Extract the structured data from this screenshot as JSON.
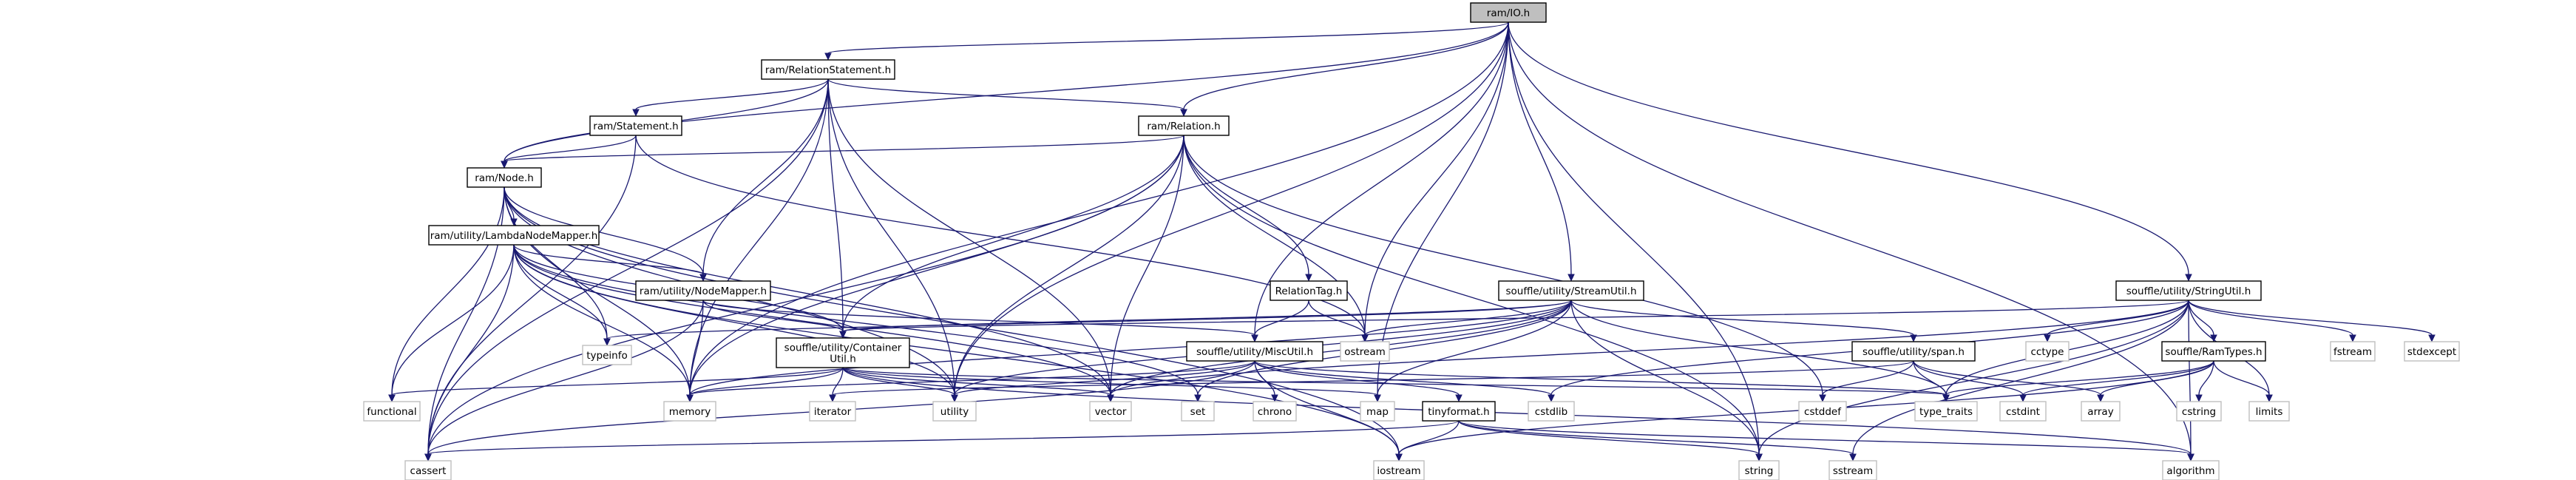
{
  "graph": {
    "nodes": [
      {
        "id": "ram_IO_h",
        "lines": [
          "ram/IO.h"
        ],
        "kind": "root"
      },
      {
        "id": "ram_RelationStatement_h",
        "lines": [
          "ram/RelationStatement.h"
        ],
        "kind": "hdr"
      },
      {
        "id": "ram_Relation_h",
        "lines": [
          "ram/Relation.h"
        ],
        "kind": "hdr"
      },
      {
        "id": "ram_Statement_h",
        "lines": [
          "ram/Statement.h"
        ],
        "kind": "hdr"
      },
      {
        "id": "ram_Node_h",
        "lines": [
          "ram/Node.h"
        ],
        "kind": "hdr"
      },
      {
        "id": "LambdaNodeMapper_h",
        "lines": [
          "ram/utility/LambdaNodeMapper.h"
        ],
        "kind": "hdr"
      },
      {
        "id": "NodeMapper_h",
        "lines": [
          "ram/utility/NodeMapper.h"
        ],
        "kind": "hdr"
      },
      {
        "id": "ContainerUtil_h",
        "lines": [
          "souffle/utility/Container",
          "Util.h"
        ],
        "kind": "hdr"
      },
      {
        "id": "MiscUtil_h",
        "lines": [
          "souffle/utility/MiscUtil.h"
        ],
        "kind": "hdr"
      },
      {
        "id": "RelationTag_h",
        "lines": [
          "RelationTag.h"
        ],
        "kind": "hdr"
      },
      {
        "id": "StreamUtil_h",
        "lines": [
          "souffle/utility/StreamUtil.h"
        ],
        "kind": "hdr"
      },
      {
        "id": "span_h",
        "lines": [
          "souffle/utility/span.h"
        ],
        "kind": "hdr"
      },
      {
        "id": "StringUtil_h",
        "lines": [
          "souffle/utility/StringUtil.h"
        ],
        "kind": "hdr"
      },
      {
        "id": "RamTypes_h",
        "lines": [
          "souffle/RamTypes.h"
        ],
        "kind": "hdr"
      },
      {
        "id": "tinyformat_h",
        "lines": [
          "tinyformat.h"
        ],
        "kind": "hdr"
      },
      {
        "id": "typeinfo",
        "lines": [
          "typeinfo"
        ],
        "kind": "sys"
      },
      {
        "id": "ostream",
        "lines": [
          "ostream"
        ],
        "kind": "sys"
      },
      {
        "id": "functional",
        "lines": [
          "functional"
        ],
        "kind": "sys"
      },
      {
        "id": "memory",
        "lines": [
          "memory"
        ],
        "kind": "sys"
      },
      {
        "id": "iterator",
        "lines": [
          "iterator"
        ],
        "kind": "sys"
      },
      {
        "id": "utility",
        "lines": [
          "utility"
        ],
        "kind": "sys"
      },
      {
        "id": "vector",
        "lines": [
          "vector"
        ],
        "kind": "sys"
      },
      {
        "id": "set",
        "lines": [
          "set"
        ],
        "kind": "sys"
      },
      {
        "id": "chrono",
        "lines": [
          "chrono"
        ],
        "kind": "sys"
      },
      {
        "id": "map",
        "lines": [
          "map"
        ],
        "kind": "sys"
      },
      {
        "id": "cstdlib",
        "lines": [
          "cstdlib"
        ],
        "kind": "sys"
      },
      {
        "id": "cstddef",
        "lines": [
          "cstddef"
        ],
        "kind": "sys"
      },
      {
        "id": "type_traits",
        "lines": [
          "type_traits"
        ],
        "kind": "sys"
      },
      {
        "id": "cstdint",
        "lines": [
          "cstdint"
        ],
        "kind": "sys"
      },
      {
        "id": "array",
        "lines": [
          "array"
        ],
        "kind": "sys"
      },
      {
        "id": "cctype",
        "lines": [
          "cctype"
        ],
        "kind": "sys"
      },
      {
        "id": "cstring",
        "lines": [
          "cstring"
        ],
        "kind": "sys"
      },
      {
        "id": "limits",
        "lines": [
          "limits"
        ],
        "kind": "sys"
      },
      {
        "id": "fstream",
        "lines": [
          "fstream"
        ],
        "kind": "sys"
      },
      {
        "id": "stdexcept",
        "lines": [
          "stdexcept"
        ],
        "kind": "sys"
      },
      {
        "id": "sstream",
        "lines": [
          "sstream"
        ],
        "kind": "sys"
      },
      {
        "id": "algorithm",
        "lines": [
          "algorithm"
        ],
        "kind": "sys"
      },
      {
        "id": "cassert",
        "lines": [
          "cassert"
        ],
        "kind": "sys"
      },
      {
        "id": "iostream",
        "lines": [
          "iostream"
        ],
        "kind": "sys"
      },
      {
        "id": "string",
        "lines": [
          "string"
        ],
        "kind": "sys"
      }
    ],
    "edges": [
      [
        "ram_IO_h",
        "ram_RelationStatement_h"
      ],
      [
        "ram_IO_h",
        "ram_Relation_h"
      ],
      [
        "ram_IO_h",
        "ram_Node_h"
      ],
      [
        "ram_IO_h",
        "MiscUtil_h"
      ],
      [
        "ram_IO_h",
        "StreamUtil_h"
      ],
      [
        "ram_IO_h",
        "StringUtil_h"
      ],
      [
        "ram_IO_h",
        "memory"
      ],
      [
        "ram_IO_h",
        "utility"
      ],
      [
        "ram_IO_h",
        "ostream"
      ],
      [
        "ram_IO_h",
        "map"
      ],
      [
        "ram_IO_h",
        "string"
      ],
      [
        "ram_IO_h",
        "algorithm"
      ],
      [
        "ram_RelationStatement_h",
        "ram_Statement_h"
      ],
      [
        "ram_RelationStatement_h",
        "ram_Node_h"
      ],
      [
        "ram_RelationStatement_h",
        "ram_Relation_h"
      ],
      [
        "ram_RelationStatement_h",
        "NodeMapper_h"
      ],
      [
        "ram_RelationStatement_h",
        "ContainerUtil_h"
      ],
      [
        "ram_RelationStatement_h",
        "utility"
      ],
      [
        "ram_RelationStatement_h",
        "vector"
      ],
      [
        "ram_RelationStatement_h",
        "memory"
      ],
      [
        "ram_RelationStatement_h",
        "cassert"
      ],
      [
        "ram_Statement_h",
        "ram_Node_h"
      ],
      [
        "ram_Statement_h",
        "ostream"
      ],
      [
        "ram_Statement_h",
        "cassert"
      ],
      [
        "ram_Relation_h",
        "ram_Node_h"
      ],
      [
        "ram_Relation_h",
        "RelationTag_h"
      ],
      [
        "ram_Relation_h",
        "ContainerUtil_h"
      ],
      [
        "ram_Relation_h",
        "utility"
      ],
      [
        "ram_Relation_h",
        "memory"
      ],
      [
        "ram_Relation_h",
        "cassert"
      ],
      [
        "ram_Relation_h",
        "cstddef"
      ],
      [
        "ram_Relation_h",
        "ostream"
      ],
      [
        "ram_Relation_h",
        "string"
      ],
      [
        "ram_Relation_h",
        "vector"
      ],
      [
        "ram_Node_h",
        "LambdaNodeMapper_h"
      ],
      [
        "ram_Node_h",
        "NodeMapper_h"
      ],
      [
        "ram_Node_h",
        "typeinfo"
      ],
      [
        "ram_Node_h",
        "functional"
      ],
      [
        "ram_Node_h",
        "memory"
      ],
      [
        "ram_Node_h",
        "utility"
      ],
      [
        "ram_Node_h",
        "vector"
      ],
      [
        "ram_Node_h",
        "cassert"
      ],
      [
        "ram_Node_h",
        "iostream"
      ],
      [
        "LambdaNodeMapper_h",
        "NodeMapper_h"
      ],
      [
        "LambdaNodeMapper_h",
        "ContainerUtil_h"
      ],
      [
        "LambdaNodeMapper_h",
        "typeinfo"
      ],
      [
        "LambdaNodeMapper_h",
        "functional"
      ],
      [
        "LambdaNodeMapper_h",
        "memory"
      ],
      [
        "LambdaNodeMapper_h",
        "utility"
      ],
      [
        "LambdaNodeMapper_h",
        "vector"
      ],
      [
        "LambdaNodeMapper_h",
        "set"
      ],
      [
        "LambdaNodeMapper_h",
        "cassert"
      ],
      [
        "LambdaNodeMapper_h",
        "iostream"
      ],
      [
        "NodeMapper_h",
        "ContainerUtil_h"
      ],
      [
        "NodeMapper_h",
        "memory"
      ],
      [
        "NodeMapper_h",
        "MiscUtil_h"
      ],
      [
        "NodeMapper_h",
        "cassert"
      ],
      [
        "ContainerUtil_h",
        "functional"
      ],
      [
        "ContainerUtil_h",
        "iterator"
      ],
      [
        "ContainerUtil_h",
        "memory"
      ],
      [
        "ContainerUtil_h",
        "utility"
      ],
      [
        "ContainerUtil_h",
        "vector"
      ],
      [
        "ContainerUtil_h",
        "map"
      ],
      [
        "ContainerUtil_h",
        "type_traits"
      ],
      [
        "ContainerUtil_h",
        "algorithm"
      ],
      [
        "MiscUtil_h",
        "tinyformat_h"
      ],
      [
        "MiscUtil_h",
        "chrono"
      ],
      [
        "MiscUtil_h",
        "iostream"
      ],
      [
        "MiscUtil_h",
        "memory"
      ],
      [
        "MiscUtil_h",
        "utility"
      ],
      [
        "MiscUtil_h",
        "cstdlib"
      ],
      [
        "MiscUtil_h",
        "type_traits"
      ],
      [
        "MiscUtil_h",
        "cassert"
      ],
      [
        "RelationTag_h",
        "MiscUtil_h"
      ],
      [
        "RelationTag_h",
        "ostream"
      ],
      [
        "StreamUtil_h",
        "span_h"
      ],
      [
        "StreamUtil_h",
        "ContainerUtil_h"
      ],
      [
        "StreamUtil_h",
        "typeinfo"
      ],
      [
        "StreamUtil_h",
        "ostream"
      ],
      [
        "StreamUtil_h",
        "map"
      ],
      [
        "StreamUtil_h",
        "memory"
      ],
      [
        "StreamUtil_h",
        "set"
      ],
      [
        "StreamUtil_h",
        "string"
      ],
      [
        "StreamUtil_h",
        "type_traits"
      ],
      [
        "StreamUtil_h",
        "utility"
      ],
      [
        "StreamUtil_h",
        "vector"
      ],
      [
        "span_h",
        "array"
      ],
      [
        "span_h",
        "cstddef"
      ],
      [
        "span_h",
        "cstdint"
      ],
      [
        "span_h",
        "type_traits"
      ],
      [
        "span_h",
        "iterator"
      ],
      [
        "StringUtil_h",
        "RamTypes_h"
      ],
      [
        "StringUtil_h",
        "ContainerUtil_h"
      ],
      [
        "StringUtil_h",
        "algorithm"
      ],
      [
        "StringUtil_h",
        "cctype"
      ],
      [
        "StringUtil_h",
        "cstdlib"
      ],
      [
        "StringUtil_h",
        "fstream"
      ],
      [
        "StringUtil_h",
        "limits"
      ],
      [
        "StringUtil_h",
        "sstream"
      ],
      [
        "StringUtil_h",
        "stdexcept"
      ],
      [
        "StringUtil_h",
        "string"
      ],
      [
        "StringUtil_h",
        "type_traits"
      ],
      [
        "StringUtil_h",
        "vector"
      ],
      [
        "RamTypes_h",
        "array"
      ],
      [
        "RamTypes_h",
        "cstdint"
      ],
      [
        "RamTypes_h",
        "cstring"
      ],
      [
        "RamTypes_h",
        "iostream"
      ],
      [
        "RamTypes_h",
        "limits"
      ],
      [
        "RamTypes_h",
        "type_traits"
      ],
      [
        "tinyformat_h",
        "cassert"
      ],
      [
        "tinyformat_h",
        "iostream"
      ],
      [
        "tinyformat_h",
        "sstream"
      ],
      [
        "tinyformat_h",
        "algorithm"
      ],
      [
        "tinyformat_h",
        "string"
      ]
    ]
  }
}
